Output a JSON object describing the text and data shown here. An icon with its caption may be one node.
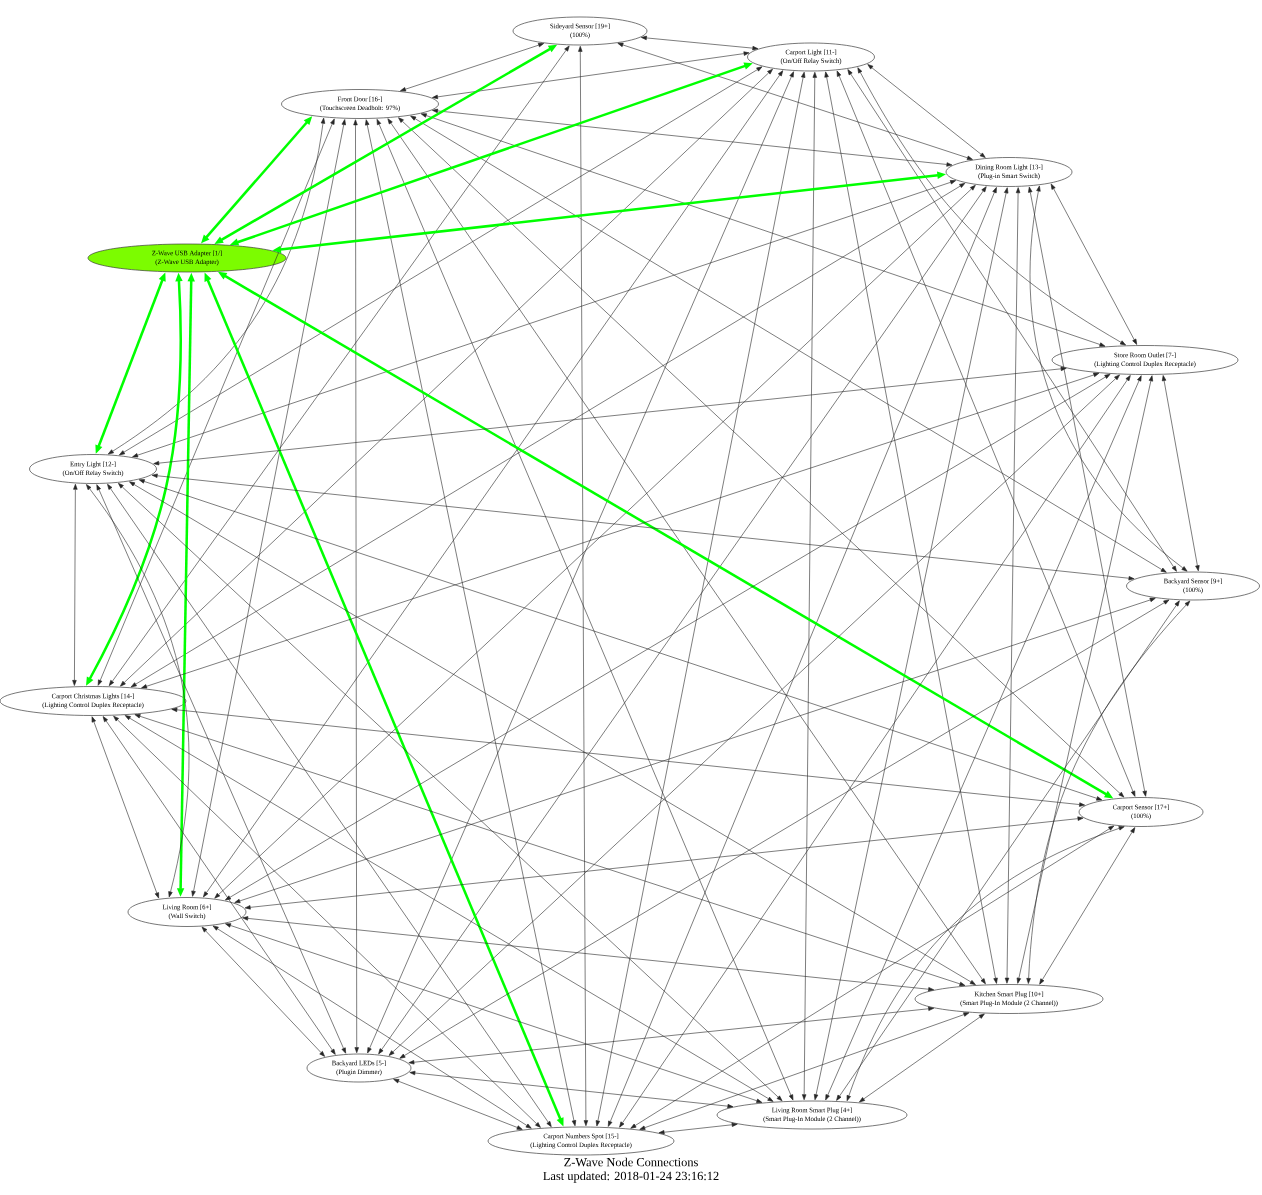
{
  "diagram": {
    "title": "Z-Wave Node Connections",
    "nodes": [
      {
        "text": [
          "Sideyard Sensor [19+]",
          "(100%)"
        ]
      },
      {
        "text": [
          "Carport Light [11-]",
          "(On/Off Relay Switch)"
        ]
      },
      {
        "text": [
          "Front Door [16-]",
          "(Touchscreen Deadbolt: 97%)"
        ]
      },
      {
        "text": [
          "Dining Room Light [13-]",
          "(Plug-in Smart Switch)"
        ]
      },
      {
        "text": [
          "Z-Wave USB Adapter [1/]",
          "(Z-Wave USB Adapter)"
        ]
      },
      {
        "text": [
          "Store Room Outlet [7-]",
          "(Lighting Control Duplex Receptacle)"
        ]
      },
      {
        "text": [
          "Entry Light [12-]",
          "(On/Off Relay Switch)"
        ]
      },
      {
        "text": [
          "Backyard Sensor [9+]",
          "(100%)"
        ]
      },
      {
        "text": [
          "Carport Christmas Lights [14-]",
          "(Lighting Control Duplex Receptacle)"
        ]
      },
      {
        "text": [
          "Carport Sensor [17+]",
          "(100%)"
        ]
      },
      {
        "text": [
          "Living Room [6+]",
          "(Wall Switch)"
        ]
      },
      {
        "text": [
          "Kitchen Smart Plug [10+]",
          "(Smart Plug-In Module (2 Channel))"
        ]
      },
      {
        "text": [
          "Backyard LEDs [5-]",
          "(Plugin Dimmer)"
        ]
      },
      {
        "text": [
          "Living Room Smart Plug [4+]",
          "(Smart Plug-In Module (2 Channel))"
        ]
      },
      {
        "text": [
          "Carport Numbers Spot [15-]",
          "(Lighting Control Duplex Receptacle)"
        ]
      }
    ],
    "edges": [
      {
        "from": 0,
        "to": 1,
        "arrow": "both"
      },
      {
        "from": 0,
        "to": 2,
        "arrow": "both"
      },
      {
        "from": 0,
        "to": 3,
        "arrow": "both"
      },
      {
        "from": 0,
        "to": 8,
        "arrow": "both"
      },
      {
        "from": 0,
        "to": 14,
        "arrow": "both"
      },
      {
        "from": 1,
        "to": 2,
        "arrow": "both"
      },
      {
        "from": 1,
        "to": 3,
        "arrow": "both"
      },
      {
        "from": 1,
        "to": 5,
        "arrow": "both"
      },
      {
        "from": 1,
        "to": 6,
        "arrow": "both"
      },
      {
        "from": 1,
        "to": 7,
        "arrow": "both"
      },
      {
        "from": 1,
        "to": 8,
        "arrow": "both"
      },
      {
        "from": 1,
        "to": 9,
        "arrow": "both"
      },
      {
        "from": 1,
        "to": 10,
        "arrow": "both"
      },
      {
        "from": 1,
        "to": 11,
        "arrow": "both"
      },
      {
        "from": 1,
        "to": 12,
        "arrow": "both"
      },
      {
        "from": 1,
        "to": 13,
        "arrow": "both"
      },
      {
        "from": 1,
        "to": 14,
        "arrow": "both"
      },
      {
        "from": 2,
        "to": 3,
        "arrow": "both"
      },
      {
        "from": 2,
        "to": 5,
        "arrow": "both"
      },
      {
        "from": 2,
        "to": 6,
        "arrow": "both"
      },
      {
        "from": 2,
        "to": 7,
        "arrow": "both"
      },
      {
        "from": 2,
        "to": 8,
        "arrow": "both"
      },
      {
        "from": 2,
        "to": 9,
        "arrow": "both"
      },
      {
        "from": 2,
        "to": 10,
        "arrow": "both"
      },
      {
        "from": 2,
        "to": 11,
        "arrow": "both"
      },
      {
        "from": 2,
        "to": 12,
        "arrow": "both"
      },
      {
        "from": 2,
        "to": 13,
        "arrow": "both"
      },
      {
        "from": 2,
        "to": 14,
        "arrow": "both"
      },
      {
        "from": 3,
        "to": 5,
        "arrow": "both"
      },
      {
        "from": 3,
        "to": 6,
        "arrow": "both"
      },
      {
        "from": 3,
        "to": 7,
        "arrow": "both"
      },
      {
        "from": 3,
        "to": 8,
        "arrow": "both"
      },
      {
        "from": 3,
        "to": 9,
        "arrow": "both"
      },
      {
        "from": 3,
        "to": 10,
        "arrow": "both"
      },
      {
        "from": 3,
        "to": 11,
        "arrow": "both"
      },
      {
        "from": 3,
        "to": 12,
        "arrow": "both"
      },
      {
        "from": 3,
        "to": 13,
        "arrow": "both"
      },
      {
        "from": 3,
        "to": 14,
        "arrow": "both"
      },
      {
        "from": 4,
        "to": 0,
        "arrow": "both",
        "style": "thick",
        "color": "#00ff00"
      },
      {
        "from": 4,
        "to": 1,
        "arrow": "both",
        "style": "thick",
        "color": "#00ff00"
      },
      {
        "from": 4,
        "to": 2,
        "arrow": "both",
        "style": "thick",
        "color": "#00ff00"
      },
      {
        "from": 4,
        "to": 3,
        "arrow": "both",
        "style": "thick",
        "color": "#00ff00"
      },
      {
        "from": 4,
        "to": 6,
        "arrow": "both",
        "style": "thick",
        "color": "#00ff00"
      },
      {
        "from": 4,
        "to": 8,
        "arrow": "both",
        "style": "thick",
        "color": "#00ff00"
      },
      {
        "from": 4,
        "to": 9,
        "arrow": "both",
        "style": "thick",
        "color": "#00ff00"
      },
      {
        "from": 4,
        "to": 10,
        "arrow": "both",
        "style": "thick",
        "color": "#00ff00"
      },
      {
        "from": 4,
        "to": 14,
        "arrow": "both",
        "style": "thick",
        "color": "#00ff00"
      },
      {
        "from": 5,
        "to": 6,
        "arrow": "both"
      },
      {
        "from": 5,
        "to": 7,
        "arrow": "both"
      },
      {
        "from": 5,
        "to": 8,
        "arrow": "both"
      },
      {
        "from": 5,
        "to": 10,
        "arrow": "both"
      },
      {
        "from": 5,
        "to": 11,
        "arrow": "both"
      },
      {
        "from": 5,
        "to": 12,
        "arrow": "both"
      },
      {
        "from": 5,
        "to": 13,
        "arrow": "both"
      },
      {
        "from": 5,
        "to": 14,
        "arrow": "both"
      },
      {
        "from": 6,
        "to": 7,
        "arrow": "both"
      },
      {
        "from": 6,
        "to": 8,
        "arrow": "both"
      },
      {
        "from": 6,
        "to": 9,
        "arrow": "both"
      },
      {
        "from": 6,
        "to": 10,
        "arrow": "both"
      },
      {
        "from": 6,
        "to": 11,
        "arrow": "both"
      },
      {
        "from": 6,
        "to": 12,
        "arrow": "both"
      },
      {
        "from": 6,
        "to": 13,
        "arrow": "both"
      },
      {
        "from": 6,
        "to": 14,
        "arrow": "both"
      },
      {
        "from": 7,
        "to": 10,
        "arrow": "both"
      },
      {
        "from": 7,
        "to": 11,
        "arrow": "both"
      },
      {
        "from": 7,
        "to": 12,
        "arrow": "both"
      },
      {
        "from": 7,
        "to": 13,
        "arrow": "both"
      },
      {
        "from": 8,
        "to": 9,
        "arrow": "both"
      },
      {
        "from": 8,
        "to": 10,
        "arrow": "both"
      },
      {
        "from": 8,
        "to": 11,
        "arrow": "both"
      },
      {
        "from": 8,
        "to": 12,
        "arrow": "both"
      },
      {
        "from": 8,
        "to": 13,
        "arrow": "both"
      },
      {
        "from": 8,
        "to": 14,
        "arrow": "both"
      },
      {
        "from": 9,
        "to": 10,
        "arrow": "both"
      },
      {
        "from": 9,
        "to": 11,
        "arrow": "both"
      },
      {
        "from": 9,
        "to": 13,
        "arrow": "both"
      },
      {
        "from": 9,
        "to": 14,
        "arrow": "both"
      },
      {
        "from": 10,
        "to": 11,
        "arrow": "both"
      },
      {
        "from": 10,
        "to": 12,
        "arrow": "both"
      },
      {
        "from": 10,
        "to": 13,
        "arrow": "both"
      },
      {
        "from": 10,
        "to": 14,
        "arrow": "both"
      },
      {
        "from": 11,
        "to": 12,
        "arrow": "both"
      },
      {
        "from": 11,
        "to": 13,
        "arrow": "both"
      },
      {
        "from": 11,
        "to": 14,
        "arrow": "both"
      },
      {
        "from": 12,
        "to": 13,
        "arrow": "both"
      },
      {
        "from": 12,
        "to": 14,
        "arrow": "both"
      },
      {
        "from": 13,
        "to": 14,
        "arrow": "both"
      }
    ],
    "labels": [
      "Last updated: 2018-01-24 23:16:12"
    ]
  }
}
